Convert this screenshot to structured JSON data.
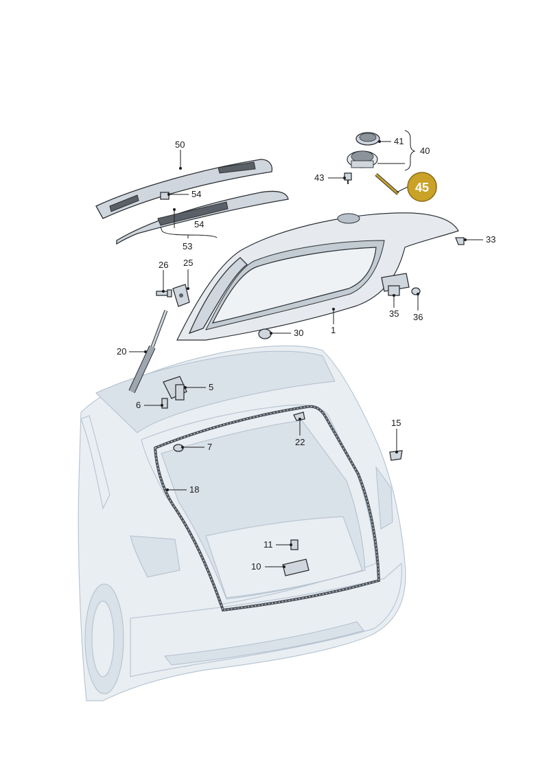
{
  "diagram": {
    "callouts": [
      {
        "id": "c50",
        "text": "50"
      },
      {
        "id": "c54a",
        "text": "54"
      },
      {
        "id": "c54b",
        "text": "54"
      },
      {
        "id": "c53",
        "text": "53"
      },
      {
        "id": "c41",
        "text": "41"
      },
      {
        "id": "c40",
        "text": "40"
      },
      {
        "id": "c43",
        "text": "43"
      },
      {
        "id": "c45",
        "text": "45",
        "highlighted": true
      },
      {
        "id": "c33",
        "text": "33"
      },
      {
        "id": "c26",
        "text": "26"
      },
      {
        "id": "c25",
        "text": "25"
      },
      {
        "id": "c35",
        "text": "35"
      },
      {
        "id": "c36",
        "text": "36"
      },
      {
        "id": "c1",
        "text": "1"
      },
      {
        "id": "c30",
        "text": "30"
      },
      {
        "id": "c20",
        "text": "20"
      },
      {
        "id": "c5",
        "text": "5"
      },
      {
        "id": "c6",
        "text": "6"
      },
      {
        "id": "c15",
        "text": "15"
      },
      {
        "id": "c22",
        "text": "22"
      },
      {
        "id": "c7",
        "text": "7"
      },
      {
        "id": "c18",
        "text": "18"
      },
      {
        "id": "c11",
        "text": "11"
      },
      {
        "id": "c10",
        "text": "10"
      }
    ],
    "highlight_color": "#c9a227"
  }
}
